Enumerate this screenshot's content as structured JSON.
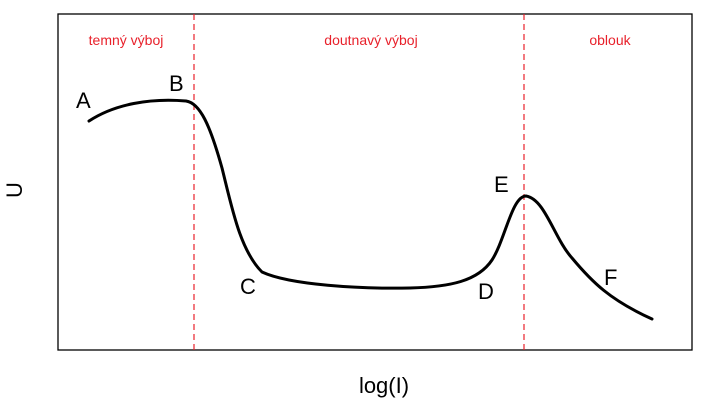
{
  "diagram": {
    "regions": [
      {
        "label": "temný výboj"
      },
      {
        "label": "doutnavý výboj"
      },
      {
        "label": "oblouk"
      }
    ],
    "points": [
      {
        "label": "A"
      },
      {
        "label": "B"
      },
      {
        "label": "C"
      },
      {
        "label": "D"
      },
      {
        "label": "E"
      },
      {
        "label": "F"
      }
    ],
    "xlabel": "log(I)",
    "ylabel": "U",
    "colors": {
      "divider": "#e8212b",
      "region_text": "#e8212b",
      "curve": "#000000",
      "frame": "#000000"
    }
  }
}
